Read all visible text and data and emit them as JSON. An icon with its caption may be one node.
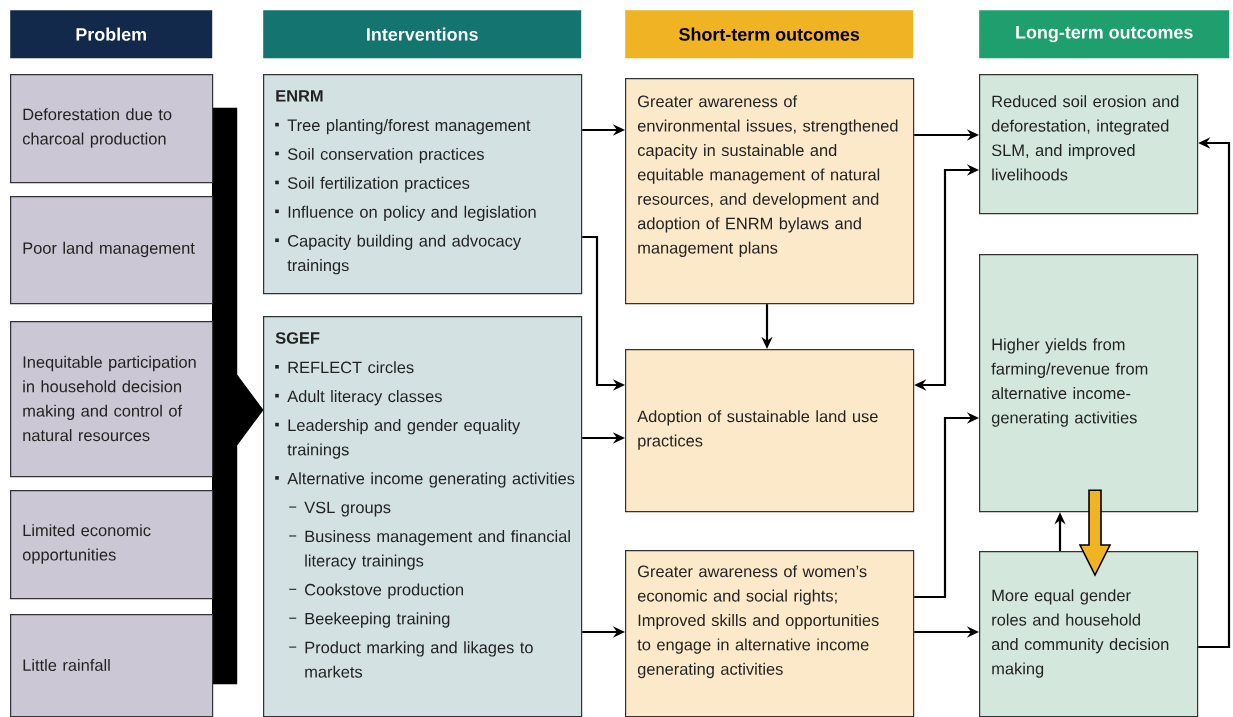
{
  "diagram": {
    "nodes": [
      {
        "text": [
          "Problem"
        ]
      },
      {
        "text": [
          "Interventions"
        ]
      },
      {
        "text": [
          "Short-term outcomes"
        ]
      },
      {
        "text": [
          "Long-term outcomes"
        ]
      },
      {
        "text": [
          "Deforestation due to charcoal production"
        ]
      },
      {
        "text": [
          "Poor land management"
        ]
      },
      {
        "text": [
          "Inequitable participation in household decision making and control of natural resources"
        ]
      },
      {
        "text": [
          "Limited economic opportunities"
        ]
      },
      {
        "text": [
          "Little rainfall"
        ]
      },
      {
        "text": [
          "ENRM",
          "Tree planting/forest management",
          "Soil conservation practices",
          "Soil fertilization practices",
          "Influence on policy and legislation",
          "Capacity building and advocacy trainings"
        ]
      },
      {
        "text": [
          "SGEF",
          "REFLECT circles",
          "Adult literacy classes",
          "Leadership and gender equality trainings",
          "Alternative income generating activities",
          "VSL groups",
          "Business management and financial literacy trainings",
          "Cookstove production",
          "Beekeeping training",
          "Product marking and likages to markets"
        ]
      },
      {
        "text": [
          "Greater awareness of environmental issues, strengthened capacity in sustainable and equitable management of natural resources, and development and adoption of ENRM bylaws and management plans"
        ]
      },
      {
        "text": [
          "Adoption of sustainable land use practices"
        ]
      },
      {
        "text": [
          "Greater awareness of women’s economic and social rights; Improved skills and opportunities to engage in alternative income generating activities"
        ]
      },
      {
        "text": [
          "Reduced soil erosion and deforestation, integrated SLM, and improved livelihoods"
        ]
      },
      {
        "text": [
          "Higher yields from farming/revenue from alternative income-generating activities"
        ]
      },
      {
        "text": [
          "More equal gender roles and household and community decision making"
        ]
      }
    ],
    "edges": [
      {
        "from": 9,
        "to": 11,
        "arrow": "to"
      },
      {
        "from": 9,
        "to": 12,
        "arrow": "to"
      },
      {
        "from": 10,
        "to": 12,
        "arrow": "to"
      },
      {
        "from": 10,
        "to": 13,
        "arrow": "to"
      },
      {
        "from": 11,
        "to": 12,
        "arrow": "to"
      },
      {
        "from": 11,
        "to": 14,
        "arrow": "to"
      },
      {
        "from": 12,
        "to": 14,
        "arrow": "both"
      },
      {
        "from": 13,
        "to": 15,
        "arrow": "to"
      },
      {
        "from": 13,
        "to": 16,
        "arrow": "to"
      },
      {
        "from": 16,
        "to": 15,
        "arrow": "to"
      },
      {
        "from": 15,
        "to": 16,
        "arrow": "to",
        "style": "thick",
        "color": "#f0b323"
      },
      {
        "from": 16,
        "to": 14,
        "arrow": "to"
      }
    ]
  }
}
